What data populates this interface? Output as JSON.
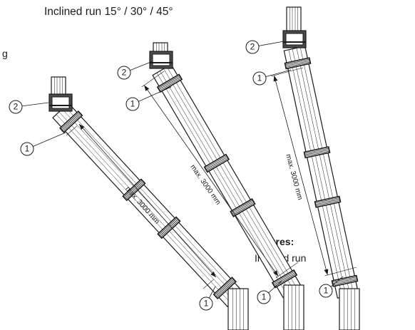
{
  "title": "Inclined run 15° / 30° / 45°",
  "left_text_fragment": "g",
  "figures": {
    "heading": "Figures:",
    "caption": "Inclined run"
  },
  "dimension_label": "max. 3000 mm",
  "callouts": {
    "joint": "1",
    "bracket": "2"
  },
  "colors": {
    "line": "#1a1a1a",
    "pipe_fill": "#ffffff",
    "bracket_fill": "#4a4a4a"
  },
  "icons": {
    "joint": "numbered-circle-callout",
    "bracket": "numbered-circle-callout"
  }
}
